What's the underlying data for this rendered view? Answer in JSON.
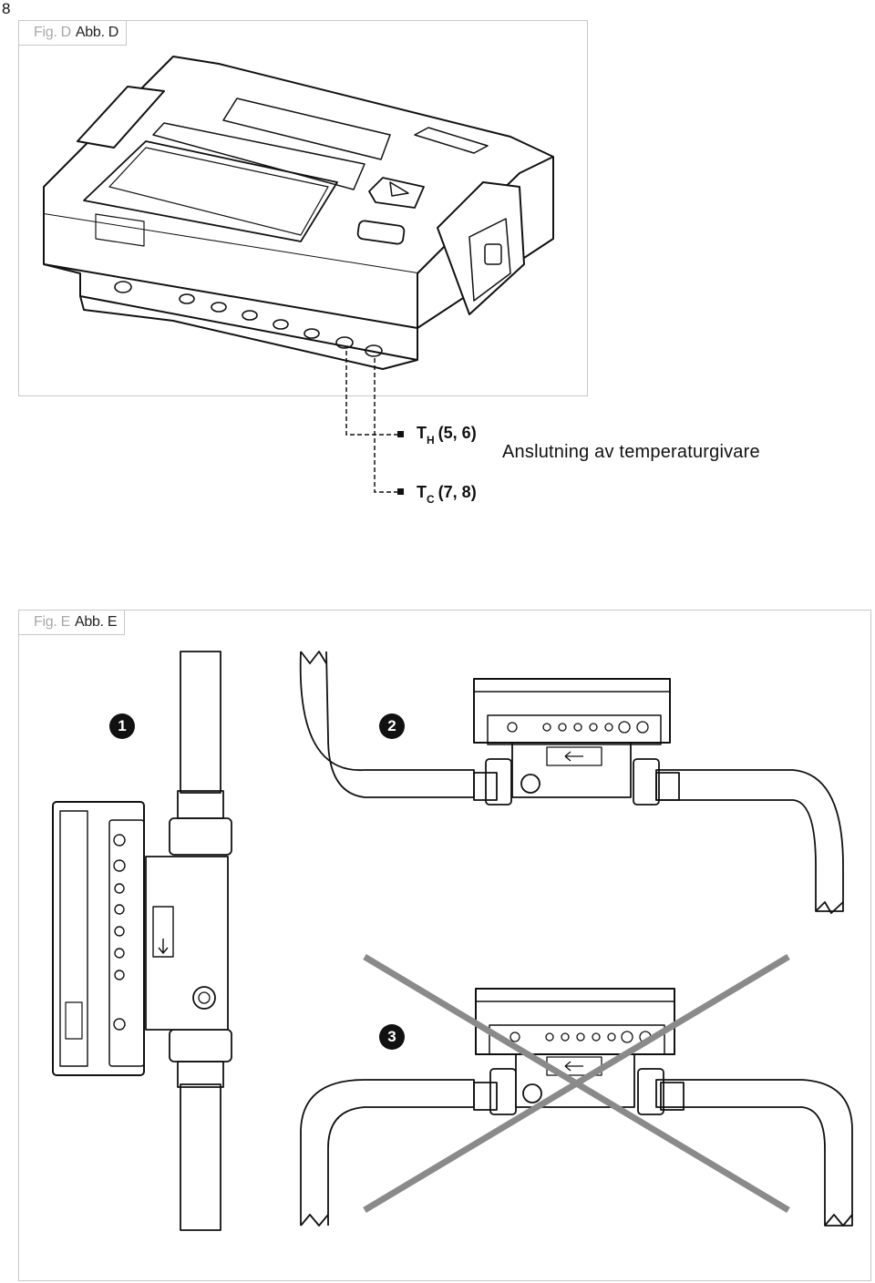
{
  "page_number": "8",
  "figure_d": {
    "label_prefix": "Fig. D",
    "label_main": "Abb. D",
    "sensor_hot": {
      "symbol": "T",
      "sub": "H",
      "terminals": "(5, 6)"
    },
    "sensor_cold": {
      "symbol": "T",
      "sub": "C",
      "terminals": "(7, 8)"
    },
    "caption": "Anslutning av temperaturgivare"
  },
  "figure_e": {
    "label_prefix": "Fig. E",
    "label_main": "Abb. E",
    "badges": [
      "1",
      "2",
      "3"
    ]
  }
}
